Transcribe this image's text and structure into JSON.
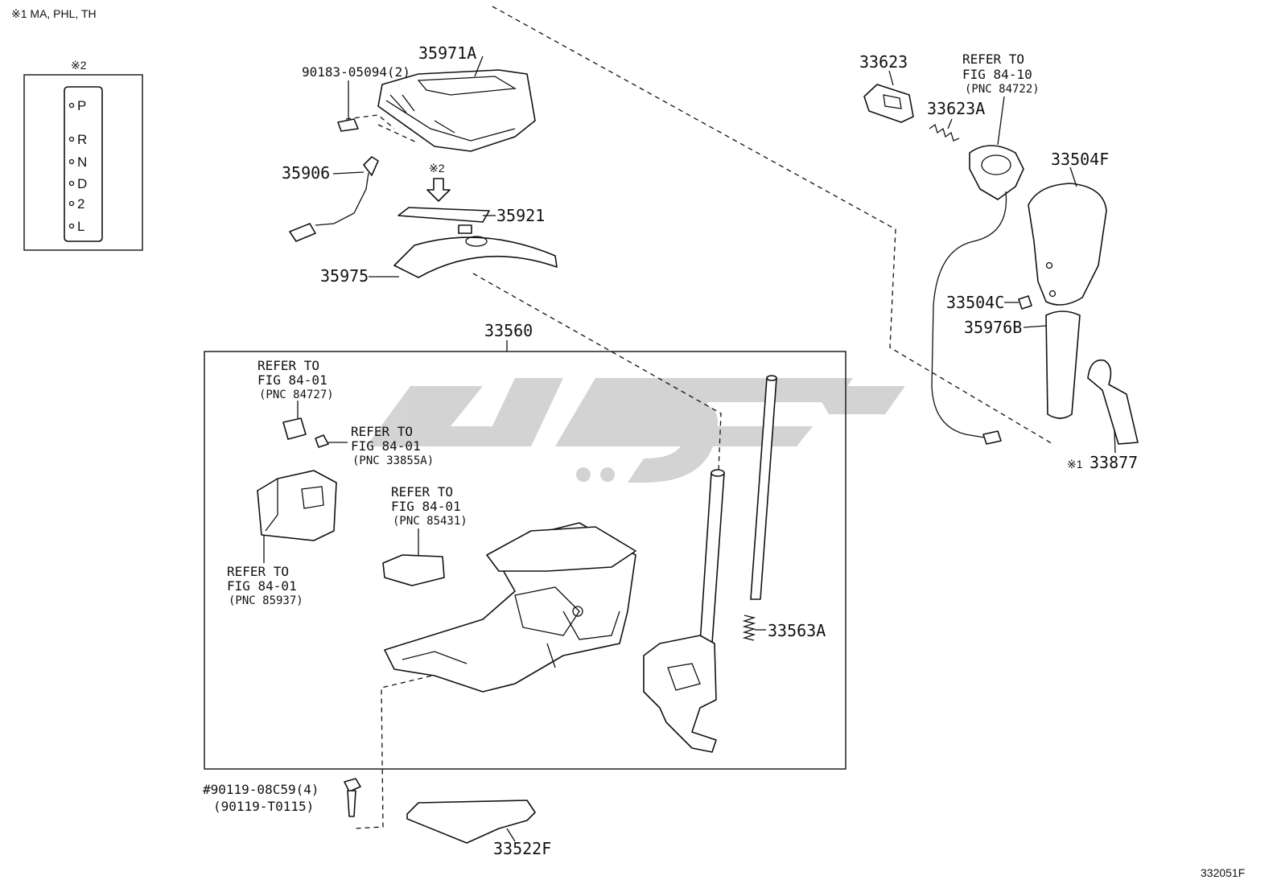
{
  "notes": {
    "variant_note": "※1 MA, PHL, TH",
    "inset_label": "※2",
    "indicator_mark": "※2",
    "footnote_marker": "※1",
    "figure_number": "332051F"
  },
  "gate_letters": [
    "P",
    "R",
    "N",
    "D",
    "2",
    "L"
  ],
  "parts": {
    "p35971A": "35971A",
    "p90183": "90183-05094(2)",
    "p35906": "35906",
    "p35921": "35921",
    "p35975": "35975",
    "p33560": "33560",
    "p33623": "33623",
    "p33623A": "33623A",
    "p33504F": "33504F",
    "p33504C": "33504C",
    "p35976B": "35976B",
    "p33877": "33877",
    "p33563A": "33563A",
    "p90119a": "#90119-08C59(4)",
    "p90119b": "(90119-T0115)",
    "p33522F": "33522F"
  },
  "refs": {
    "r8410": {
      "l1": "REFER TO",
      "l2": "FIG 84-10",
      "l3": "(PNC 84722)"
    },
    "r84727": {
      "l1": "REFER TO",
      "l2": "FIG 84-01",
      "l3": "(PNC 84727)"
    },
    "r33855": {
      "l1": "REFER TO",
      "l2": "FIG 84-01",
      "l3": "(PNC 33855A)"
    },
    "r85431": {
      "l1": "REFER TO",
      "l2": "FIG 84-01",
      "l3": "(PNC 85431)"
    },
    "r85937": {
      "l1": "REFER TO",
      "l2": "FIG 84-01",
      "l3": "(PNC 85937)"
    }
  }
}
